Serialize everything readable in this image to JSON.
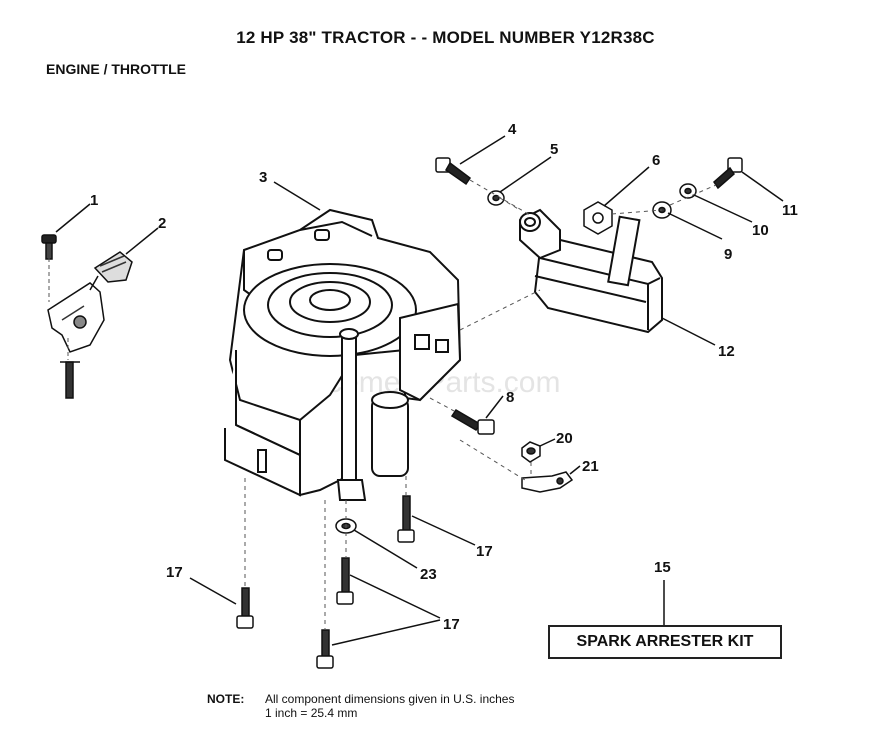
{
  "header": {
    "title": "12 HP 38\" TRACTOR - - MODEL NUMBER Y12R38C",
    "subtitle": "ENGINE / THROTTLE"
  },
  "watermark": "eReplacementParts.com",
  "callouts": {
    "c1": "1",
    "c2": "2",
    "c3": "3",
    "c4": "4",
    "c5": "5",
    "c6": "6",
    "c8": "8",
    "c9": "9",
    "c10": "10",
    "c11": "11",
    "c12": "12",
    "c15": "15",
    "c17a": "17",
    "c17b": "17",
    "c17c": "17",
    "c20": "20",
    "c21": "21",
    "c23": "23"
  },
  "kit": {
    "label": "SPARK ARRESTER KIT"
  },
  "note": {
    "label": "NOTE:",
    "line1": "All component dimensions given in U.S. inches",
    "line2": "1 inch = 25.4 mm"
  }
}
